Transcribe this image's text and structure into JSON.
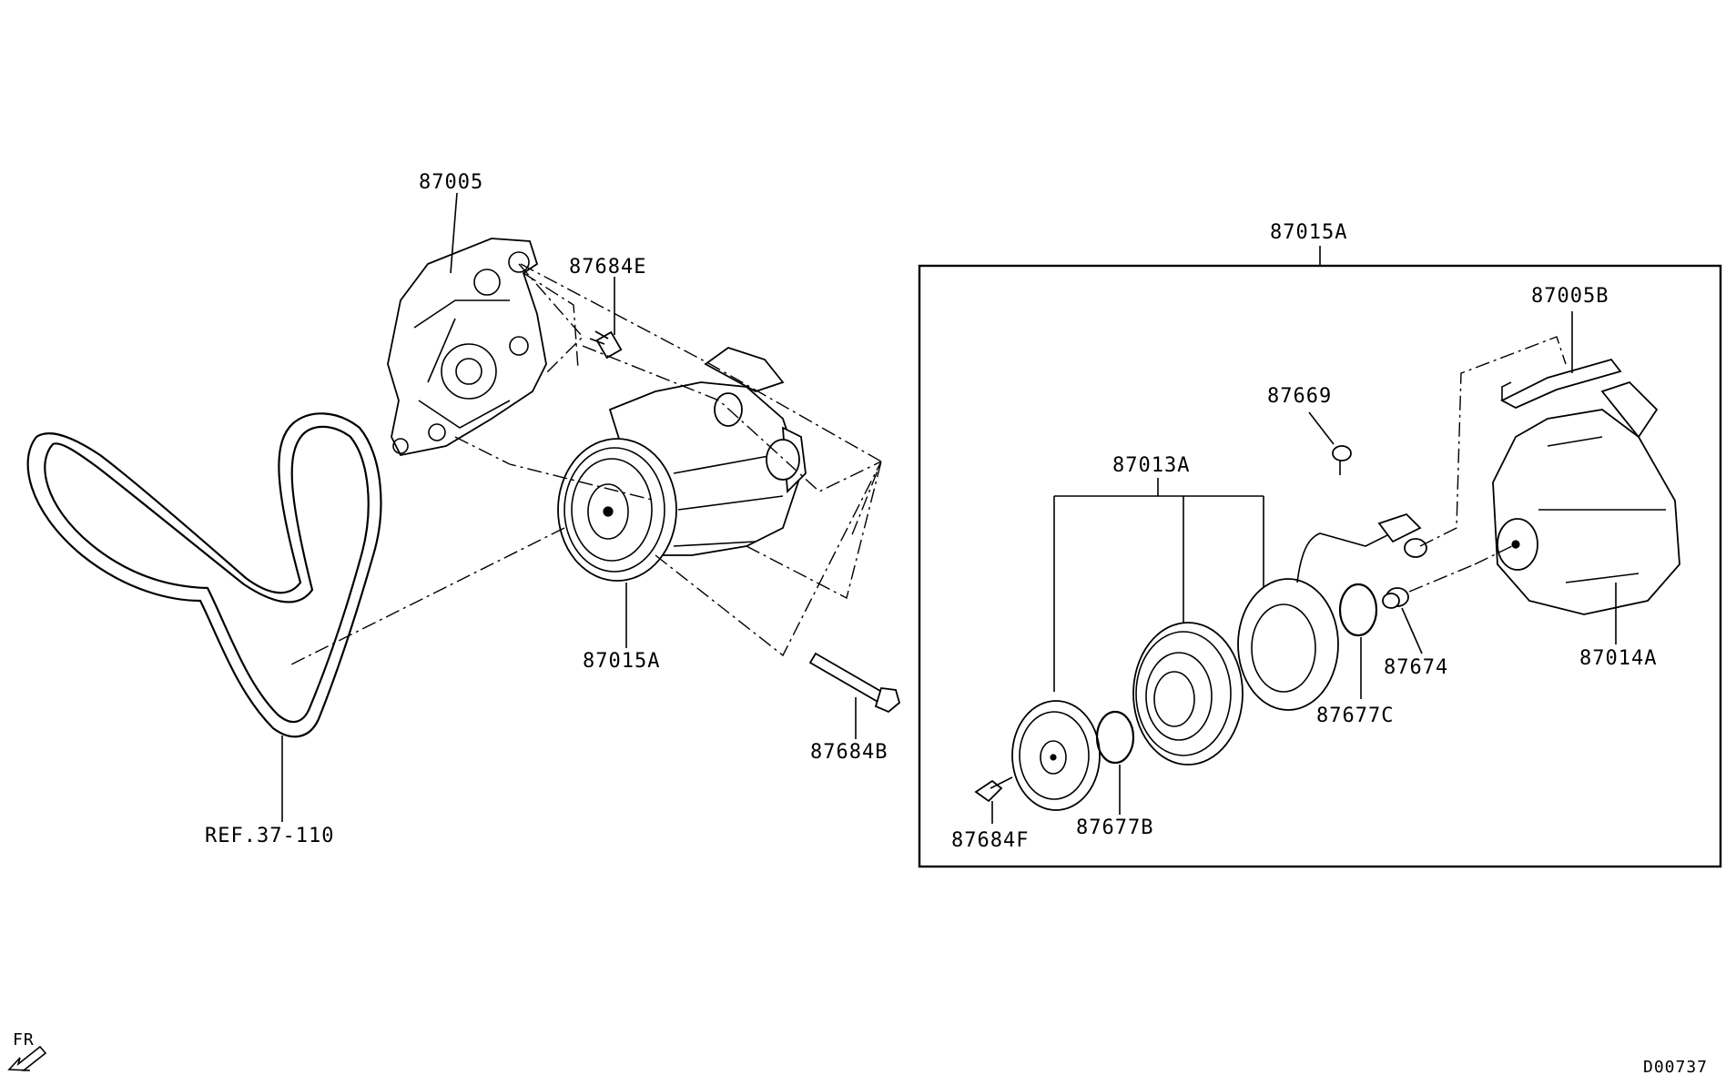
{
  "labels": {
    "bracket": "87005",
    "bolt_upper": "87684E",
    "compressor": "87015A",
    "bolt_long": "87684B",
    "belt_ref": "REF.37-110",
    "kit": "87015A",
    "pulley_assy": "87013A",
    "bolt_small": "87684F",
    "snap_ring_b": "87677B",
    "snap_ring_c": "87677C",
    "screw": "87669",
    "valve": "87674",
    "compressor_body": "87014A",
    "bracket_b": "87005B"
  },
  "direction": {
    "text": "FR"
  },
  "drawing_code": "D00737"
}
